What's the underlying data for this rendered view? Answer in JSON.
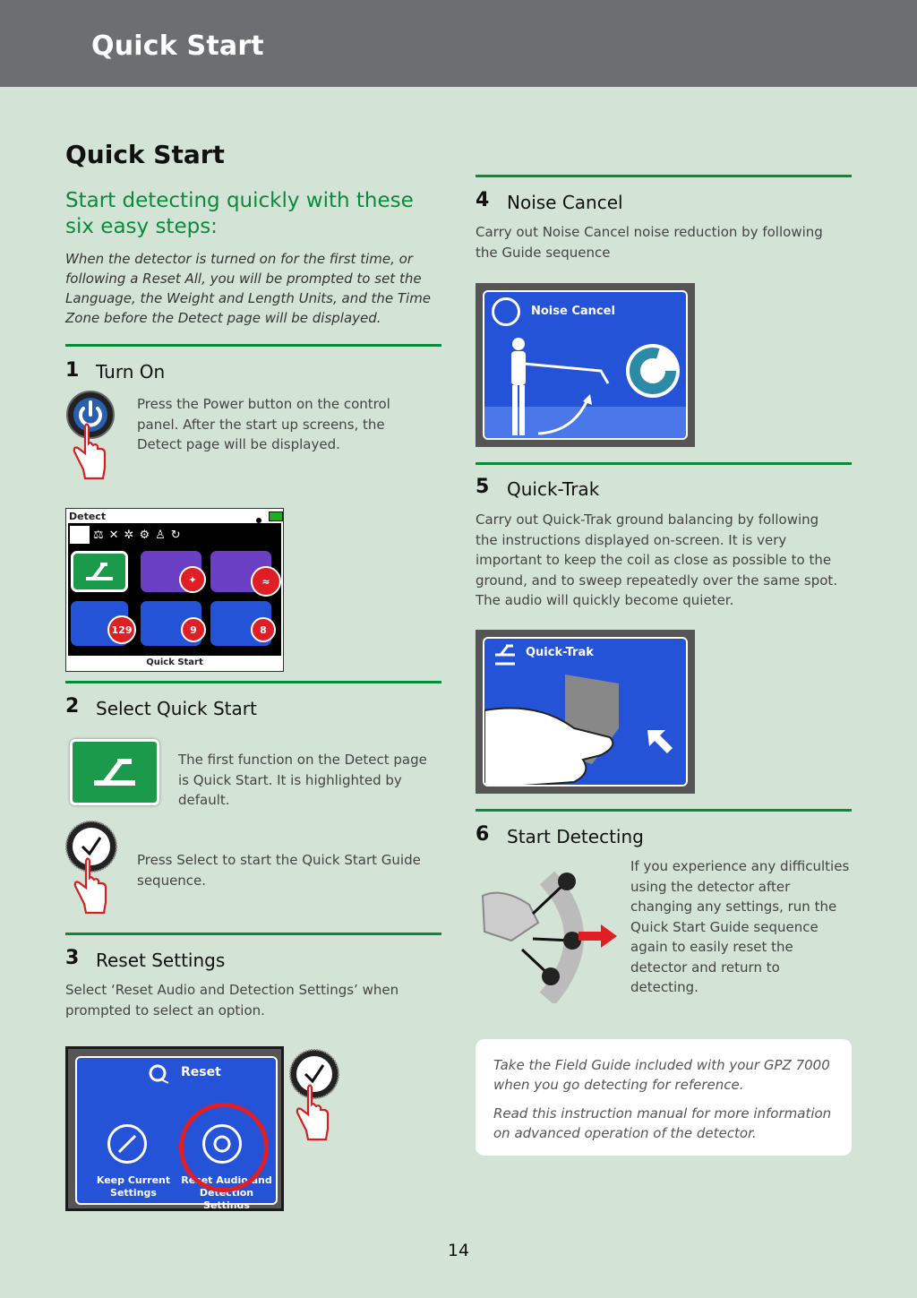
{
  "header": {
    "title": "Quick Start"
  },
  "page": {
    "heading": "Quick Start",
    "subheading": "Start detecting quickly with these six easy steps:",
    "intro": "When the detector is turned on for the first time, or following a Reset All, you will be prompted to set the Language, the Weight and Length Units, and the Time Zone before the Detect page will be displayed.",
    "page_number": "14"
  },
  "steps": [
    {
      "num": "1",
      "title": "Turn On",
      "text": "Press the Power button on the control panel. After the start up screens, the Detect page will be displayed."
    },
    {
      "num": "2",
      "title": "Select Quick Start",
      "text": "The first function on the Detect page is Quick Start. It is highlighted by default.",
      "text2": "Press Select to start the Quick Start Guide sequence."
    },
    {
      "num": "3",
      "title": "Reset Settings",
      "text": "Select ‘Reset Audio and Detection Settings’ when prompted to select an option."
    },
    {
      "num": "4",
      "title": "Noise Cancel",
      "text": "Carry out Noise Cancel noise reduction by following the Guide sequence"
    },
    {
      "num": "5",
      "title": "Quick-Trak",
      "text": "Carry out Quick-Trak ground balancing by following the instructions displayed on-screen. It is very important to keep the coil as close as possible to the ground, and to sweep repeatedly over the same spot. The audio will quickly become quieter."
    },
    {
      "num": "6",
      "title": "Start Detecting",
      "text": "If you experience any difficulties using the detector after changing any settings, run the Quick Start Guide sequence again to easily reset the detector and return to detecting."
    }
  ],
  "detect_screen": {
    "title": "Detect",
    "footer": "Quick Start",
    "badges": [
      "129",
      "9",
      "8"
    ]
  },
  "reset_screen": {
    "title": "Reset",
    "option1": "Keep Current Settings",
    "option2": "Reset Audio and Detection Settings"
  },
  "noise_screen": {
    "title": "Noise Cancel"
  },
  "quicktrak_screen": {
    "title": "Quick-Trak"
  },
  "notes": [
    "Take the Field Guide included with your GPZ 7000 when you go detecting for reference.",
    "Read this instruction manual for more information on advanced operation of the detector."
  ],
  "colors": {
    "accent": "#0a8a3a",
    "header": "#6d6e71",
    "background": "#d3e4d6",
    "screen_blue": "#2553d8",
    "highlight_red": "#e01e26"
  },
  "icons": [
    "power-icon",
    "select-check-icon",
    "pointing-hand-icon",
    "quick-start-coil-icon",
    "reset-icon"
  ]
}
